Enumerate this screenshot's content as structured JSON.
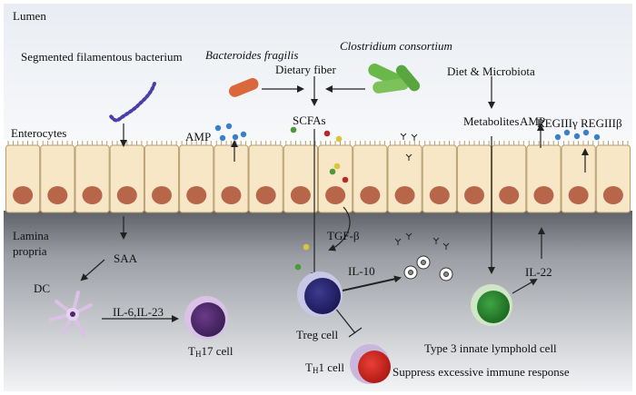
{
  "regions": {
    "lumen": "Lumen",
    "enterocytes": "Enterocytes",
    "lamina_line1": "Lamina",
    "lamina_line2": "propria"
  },
  "microbes": {
    "sfb": "Segmented filamentous bacterium",
    "bfrag": "Bacteroides fragilis",
    "clost": "Clostridium consortium"
  },
  "inputs": {
    "fiber": "Dietary fiber",
    "diet": "Diet & Microbiota"
  },
  "molecules": {
    "amp_left": "AMP",
    "scfa": "SCFAs",
    "metabolites": "Metabolites",
    "amp_right": "AMP",
    "reg": "REGIIIγ REGIIIβ",
    "tgf": "TGF-β",
    "il10": "IL-10",
    "il22": "IL-22",
    "saa": "SAA",
    "il6": "IL-6,IL-23"
  },
  "cells": {
    "dc": "DC",
    "th17_main": "T",
    "th17_sub": "H",
    "th17_rest": "17 cell",
    "treg": "Treg cell",
    "th1_main": "T",
    "th1_sub": "H",
    "th1_rest": "1 cell",
    "ilc3": "Type 3 innate lymphold cell",
    "suppress": "Suppress excessive immune response"
  },
  "colors": {
    "sfb": "#4a3fa8",
    "bfrag": "#d9683a",
    "clost": "#6ab84a",
    "amp": "#3a7fc9",
    "treg": "#2b2a78",
    "th17": "#5b2f7a",
    "th1": "#d42a22",
    "ilc3": "#2f8f35",
    "cell_fill": "#f7e7c6",
    "nucleus": "#b8664a"
  }
}
